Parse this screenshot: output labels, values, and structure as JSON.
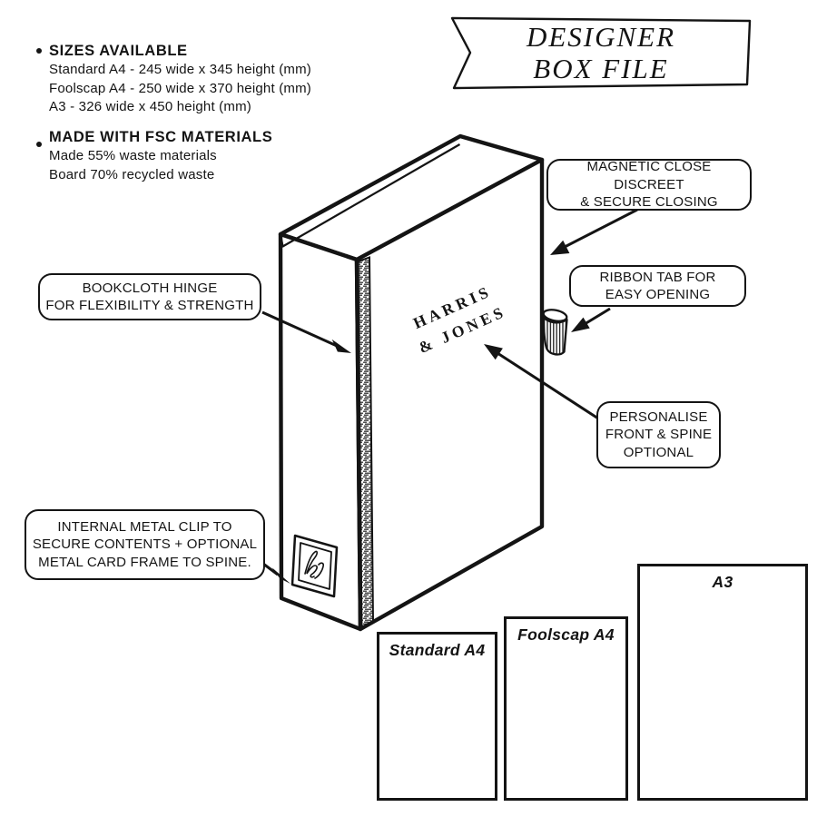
{
  "colors": {
    "ink": "#141414",
    "background": "#ffffff"
  },
  "banner": {
    "line1": "DESIGNER",
    "line2": "BOX FILE"
  },
  "features": {
    "sizes": {
      "heading": "SIZES AVAILABLE",
      "lines": [
        "Standard A4 - 245 wide x 345 height (mm)",
        "Foolscap A4 - 250 wide x 370 height (mm)",
        "A3 - 326 wide x 450 height (mm)"
      ]
    },
    "materials": {
      "heading": "MADE WITH FSC MATERIALS",
      "lines": [
        "Made 55% waste materials",
        "Board 70% recycled waste"
      ]
    }
  },
  "illustration": {
    "brand": {
      "line1": "HARRIS",
      "line2": "& JONES"
    }
  },
  "callouts": {
    "magnetic": {
      "lines": [
        "MAGNETIC CLOSE DISCREET",
        "& SECURE CLOSING"
      ]
    },
    "ribbon": {
      "lines": [
        "RIBBON TAB FOR",
        "EASY OPENING"
      ]
    },
    "bookcloth": {
      "lines": [
        "BOOKCLOTH HINGE",
        "FOR FLEXIBILITY & STRENGTH"
      ]
    },
    "personalise": {
      "lines": [
        "PERSONALISE",
        "FRONT & SPINE",
        "OPTIONAL"
      ]
    },
    "internal_clip": {
      "lines": [
        "INTERNAL METAL CLIP TO",
        "SECURE CONTENTS + OPTIONAL",
        "METAL CARD FRAME TO SPINE."
      ]
    }
  },
  "size_guide": {
    "rects": [
      {
        "label": "Standard A4"
      },
      {
        "label": "Foolscap A4"
      },
      {
        "label": "A3"
      }
    ]
  }
}
